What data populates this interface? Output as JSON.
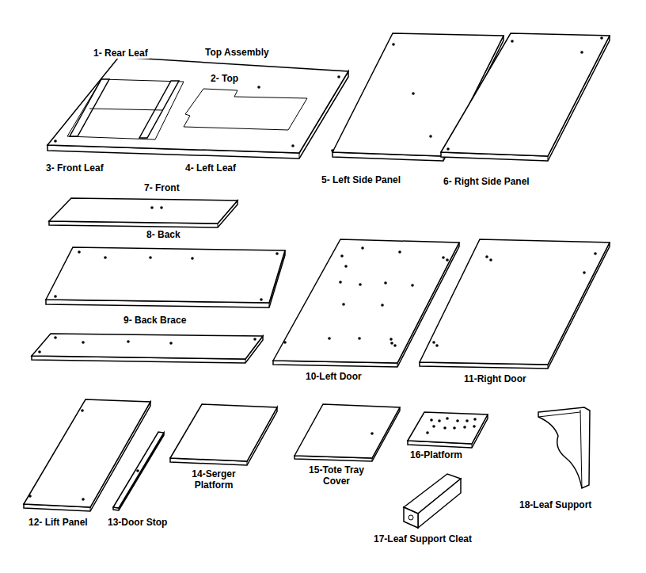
{
  "diagram": {
    "labels": [
      "1- Rear Leaf",
      "Top Assembly",
      "2- Top",
      "3- Front Leaf",
      "4- Left Leaf",
      "5- Left Side Panel",
      "6- Right Side Panel",
      "7- Front",
      "8- Back",
      "9- Back Brace",
      "10-Left Door",
      "11-Right Door",
      "12- Lift Panel",
      "13-Door Stop",
      "14-Serger Platform",
      "15-Tote Tray Cover",
      "16-Platform",
      "17-Leaf Support Cleat",
      "18-Leaf Support"
    ]
  }
}
